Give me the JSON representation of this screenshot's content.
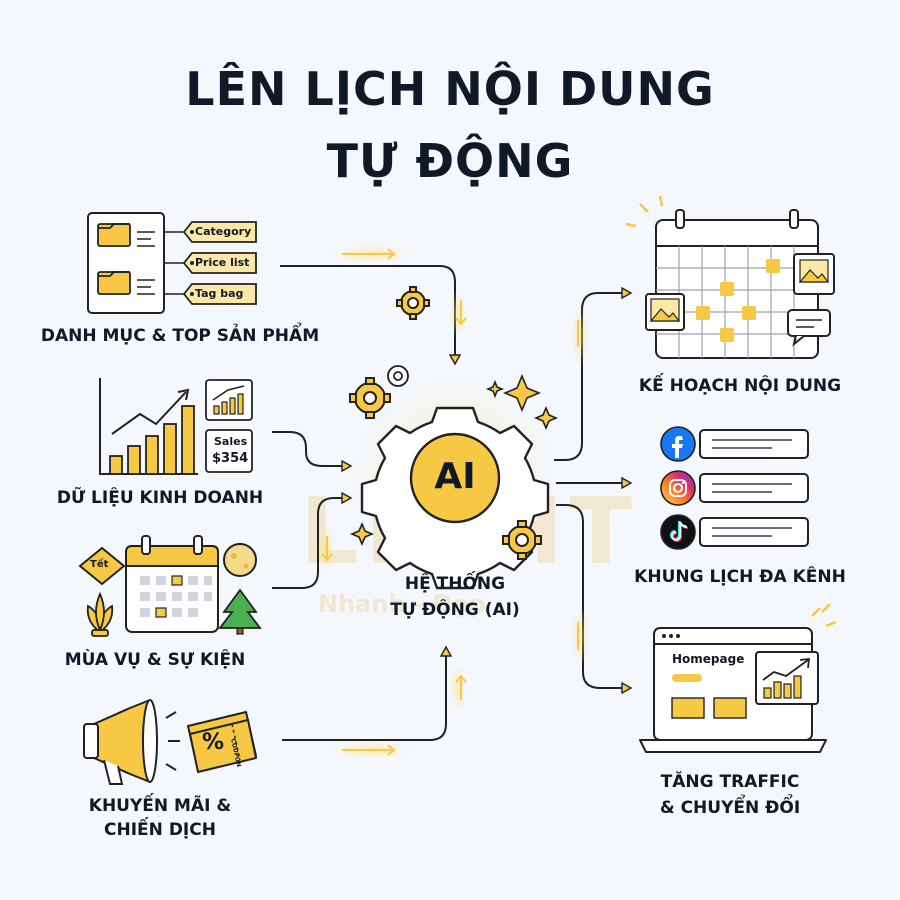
{
  "title": {
    "line1": "LÊN LỊCH NỘI DUNG",
    "line2": "TỰ ĐỘNG"
  },
  "watermark": {
    "brand": "LIGHT",
    "tagline": "Nhanh - Đẹp"
  },
  "inputs": {
    "catalog": {
      "label": "DANH MỤC & TOP SẢN PHẨM",
      "tags": [
        "Category",
        "Price list",
        "Tag bag"
      ]
    },
    "business_data": {
      "label": "DỮ LIỆU KINH DOANH",
      "sales_label": "Sales",
      "sales_value": "$354"
    },
    "seasons": {
      "label": "MÙA VỤ & SỰ KIỆN",
      "badge": "Tết"
    },
    "promotions": {
      "label_line1": "KHUYẾN MÃI &",
      "label_line2": "CHIẾN DỊCH",
      "coupon_text": "COUPON",
      "coupon_symbol": "%"
    }
  },
  "center": {
    "badge": "AI",
    "label_line1": "HỆ THỐNG",
    "label_line2": "TỰ ĐỘNG (AI)"
  },
  "outputs": {
    "plan": {
      "label": "KẾ HOẠCH NỘI DUNG"
    },
    "channels": {
      "label": "KHUNG LỊCH ĐA KÊNH",
      "items": [
        {
          "name": "facebook-icon",
          "glyph": "f",
          "color": "#1877f2"
        },
        {
          "name": "instagram-icon",
          "glyph": "",
          "color": "#d6249f"
        },
        {
          "name": "tiktok-icon",
          "glyph": "♪",
          "color": "#111111"
        }
      ]
    },
    "traffic": {
      "label_line1": "TĂNG TRAFFIC",
      "label_line2": "& CHUYỂN ĐỔI",
      "homepage_label": "Homepage"
    }
  },
  "colors": {
    "accent": "#f6c844",
    "ink": "#1f2937",
    "line": "#222222",
    "background": "#f4f7fb"
  }
}
